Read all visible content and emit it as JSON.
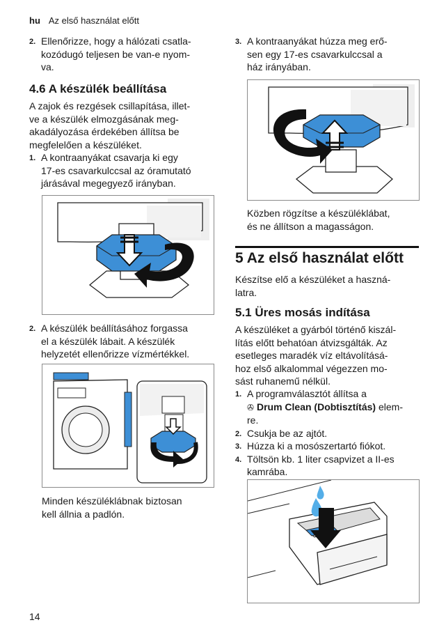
{
  "header": {
    "lang": "hu",
    "title": "Az első használat előtt"
  },
  "left": {
    "step2_num": "2.",
    "step2_lines": [
      "Ellenőrizze, hogy a hálózati csatla-",
      "kozódugó teljesen be van-e nyom-",
      "va."
    ],
    "section_heading": "4.6  A készülék beállítása",
    "intro_lines": [
      "A zajok és rezgések csillapítása, illet-",
      "ve a készülék elmozgásának meg-",
      "akadályozása érdekében állítsa be",
      "megfelelően a készüléket."
    ],
    "s1_num": "1.",
    "s1_lines": [
      "A kontraanyákat csavarja ki egy",
      "17-es csavarkulccsal az óramutató",
      "járásával megegyező irányban."
    ],
    "s2_num": "2.",
    "s2_lines": [
      "A készülék beállításához forgassa",
      "el a készülék lábait. A készülék",
      "helyzetét ellenőrizze vízmértékkel."
    ],
    "note_lines": [
      "Minden készüléklábnak biztosan",
      "kell állnia a padlón."
    ]
  },
  "right": {
    "s3_num": "3.",
    "s3_lines": [
      "A kontraanyákat húzza meg erő-",
      "sen egy 17-es csavarkulccsal a",
      "ház irányában."
    ],
    "s3_note_lines": [
      "Közben rögzítse a készüléklábat,",
      "és ne állítson a magasságon."
    ],
    "chapter_heading": "5  Az első használat előtt",
    "chapter_intro_lines": [
      "Készítse elő a készüléket a haszná-",
      "latra."
    ],
    "sub_heading": "5.1  Üres mosás indítása",
    "sub_lines": [
      "A készüléket a gyárból történő kiszál-",
      "lítás előtt behatóan átvizsgálták. Az",
      "esetleges maradék víz eltávolításá-",
      "hoz első alkalommal végezzen mo-",
      "sást ruhanemű nélkül."
    ],
    "p1_num": "1.",
    "p1_line1": "A programválasztót állítsa a",
    "p1_bold": "Drum Clean (Dobtisztítás)",
    "p1_after": " elem-",
    "p1_line3": "re.",
    "p2_num": "2.",
    "p2_text": "Csukja be az ajtót.",
    "p3_num": "3.",
    "p3_text": "Húzza ki a mosószertartó fiókot.",
    "p4_num": "4.",
    "p4_lines": [
      "Töltsön kb. 1 liter csapvizet a II-es",
      "kamrába."
    ]
  },
  "page_number": "14",
  "colors": {
    "foot_blue": "#3d8fd6",
    "water_blue": "#54aee8",
    "frame": "#8a8a8a"
  }
}
